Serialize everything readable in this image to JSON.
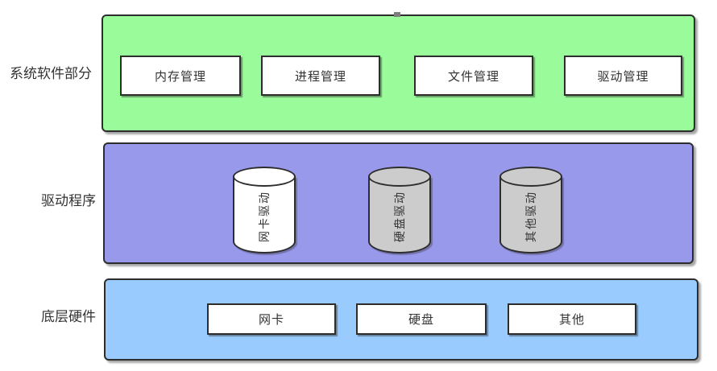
{
  "layers": [
    {
      "label": "系统软件部分",
      "color": "#99fb99",
      "boxes": [
        "内存管理",
        "进程管理",
        "文件管理",
        "驱动管理"
      ]
    },
    {
      "label": "驱动程序",
      "color": "#9999ec",
      "cylinders": [
        {
          "label": "网卡驱动",
          "fill": "#ffffff"
        },
        {
          "label": "硬盘驱动",
          "fill": "#cccccc"
        },
        {
          "label": "其他驱动",
          "fill": "#cccccc"
        }
      ]
    },
    {
      "label": "底层硬件",
      "color": "#99cbfe",
      "boxes": [
        "网卡",
        "硬盘",
        "其他"
      ]
    }
  ],
  "style": {
    "border_color": "#2d2d2d",
    "text_color": "#333333",
    "box_fill": "#ffffff"
  }
}
